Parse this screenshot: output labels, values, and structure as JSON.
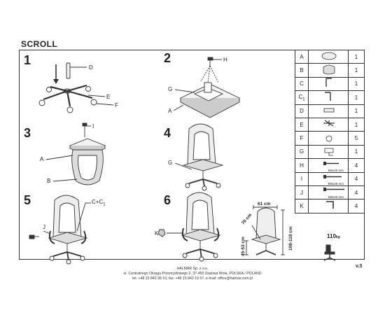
{
  "title": "SCROLL",
  "steps": [
    "1",
    "2",
    "3",
    "4",
    "5",
    "6"
  ],
  "callouts": {
    "s1": [
      "D",
      "E",
      "F"
    ],
    "s2": [
      "H",
      "G",
      "A"
    ],
    "s3": [
      "I",
      "A",
      "B"
    ],
    "s4": [
      "G"
    ],
    "s5": [
      "C+C",
      "1",
      "J"
    ],
    "s6": [
      "K"
    ]
  },
  "parts": [
    {
      "key": "A",
      "sub": "",
      "qty": "1",
      "icon": "seat-icon",
      "size": ""
    },
    {
      "key": "B",
      "sub": "",
      "qty": "1",
      "icon": "backrest-icon",
      "size": ""
    },
    {
      "key": "C",
      "sub": "",
      "qty": "1",
      "icon": "armrest-icon",
      "size": ""
    },
    {
      "key": "C",
      "sub": "1",
      "qty": "1",
      "icon": "armrest-icon",
      "size": ""
    },
    {
      "key": "D",
      "sub": "",
      "qty": "1",
      "icon": "gas-lift-icon",
      "size": ""
    },
    {
      "key": "E",
      "sub": "",
      "qty": "1",
      "icon": "star-base-icon",
      "size": ""
    },
    {
      "key": "F",
      "sub": "",
      "qty": "5",
      "icon": "caster-icon",
      "size": ""
    },
    {
      "key": "G",
      "sub": "",
      "qty": "1",
      "icon": "mechanism-icon",
      "size": ""
    },
    {
      "key": "H",
      "sub": "",
      "qty": "4",
      "icon": "bolt-icon",
      "size": "M6x20 mm"
    },
    {
      "key": "I",
      "sub": "",
      "qty": "4",
      "icon": "bolt-icon",
      "size": "M6x25 mm"
    },
    {
      "key": "J",
      "sub": "",
      "qty": "4",
      "icon": "bolt-icon",
      "size": "M8x40 mm"
    },
    {
      "key": "K",
      "sub": "",
      "qty": "4",
      "icon": "hex-key-icon",
      "size": ""
    }
  ],
  "dimensions": {
    "width": "61 cm",
    "depth": "70 cm",
    "height": "108-118 cm",
    "seat": "45-53 cm"
  },
  "max_load": {
    "value": "110",
    "unit": "kg"
  },
  "version": "v.3",
  "footer": [
    "HALMAR Sp. z o.o.",
    "ul. Centralnego Okręgu Przemysłowego 2, 37-450 Stalowa Wola, POLSKA / POLAND",
    "tel. +48 15 843 28 10, fax: +48 15 842 19 57, e-mail: office@halmar.com.pl"
  ]
}
